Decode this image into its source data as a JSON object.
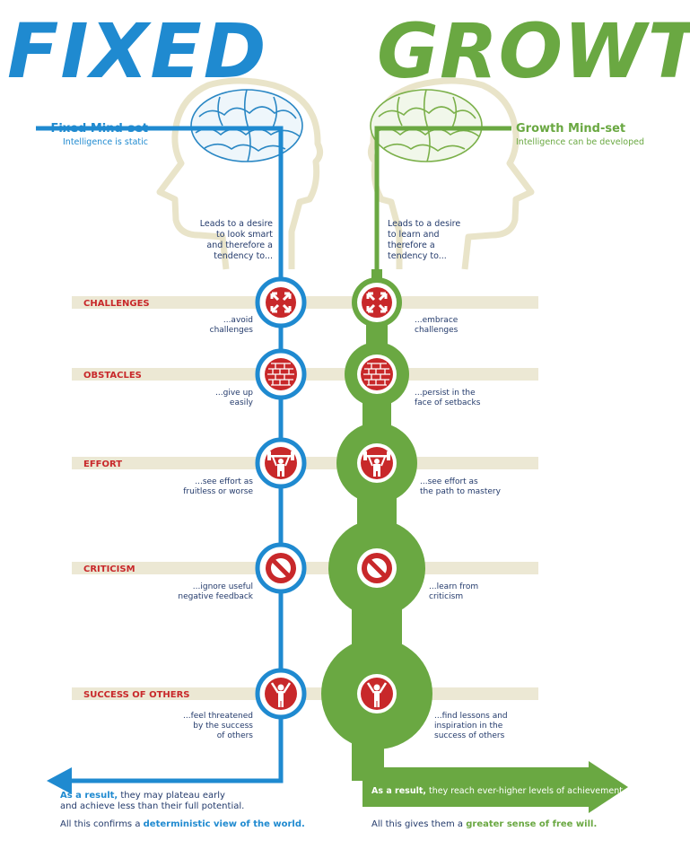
{
  "colors": {
    "fixed": "#1f8ad0",
    "growth": "#6aa842",
    "label_red": "#c8282a",
    "band": "#ece8d4",
    "head": "#e9e4c9",
    "dark_text": "#233a6b"
  },
  "fixed": {
    "title": "FIXED",
    "mindset_title": "Fixed Mind-set",
    "mindset_sub": "Intelligence is static",
    "intro": [
      "Leads to a desire",
      "to look smart",
      "and therefore a",
      "tendency to..."
    ],
    "result_bold": "As a result,",
    "result_rest_1": " they may plateau early",
    "result_line_2": "and achieve less than their full potential.",
    "confirm_normal": "All this confirms a ",
    "confirm_bold": "deterministic view of the world."
  },
  "growth": {
    "title": "GROWTH",
    "mindset_title": "Growth Mind-set",
    "mindset_sub": "Intelligence can be developed",
    "intro": [
      "Leads to a desire",
      "to learn and",
      "therefore a",
      "tendency to..."
    ],
    "result_bold": "As a result,",
    "result_rest": " they reach ever-higher levels of achievement.",
    "gives_normal": "All this gives them a ",
    "gives_bold": "greater sense of free will."
  },
  "rows": [
    {
      "label": "CHALLENGES",
      "icon": "arrows-icon",
      "fixed": [
        "...avoid",
        "challenges"
      ],
      "growth": [
        "...embrace",
        "challenges"
      ]
    },
    {
      "label": "OBSTACLES",
      "icon": "brick-wall-icon",
      "fixed": [
        "...give up",
        "easily"
      ],
      "growth": [
        "...persist in the",
        "face of setbacks"
      ]
    },
    {
      "label": "EFFORT",
      "icon": "weightlifter-icon",
      "fixed": [
        "...see effort as",
        "fruitless or worse"
      ],
      "growth": [
        "...see effort as",
        "the path to mastery"
      ]
    },
    {
      "label": "CRITICISM",
      "icon": "no-sign-icon",
      "fixed": [
        "...ignore useful",
        "negative feedback"
      ],
      "growth": [
        "...learn from",
        "criticism"
      ]
    },
    {
      "label": "SUCCESS OF OTHERS",
      "icon": "victory-figure-icon",
      "fixed": [
        "...feel threatened",
        "by the success",
        "of others"
      ],
      "growth": [
        "...find lessons and",
        "inspiration in the",
        "success of others"
      ]
    }
  ]
}
